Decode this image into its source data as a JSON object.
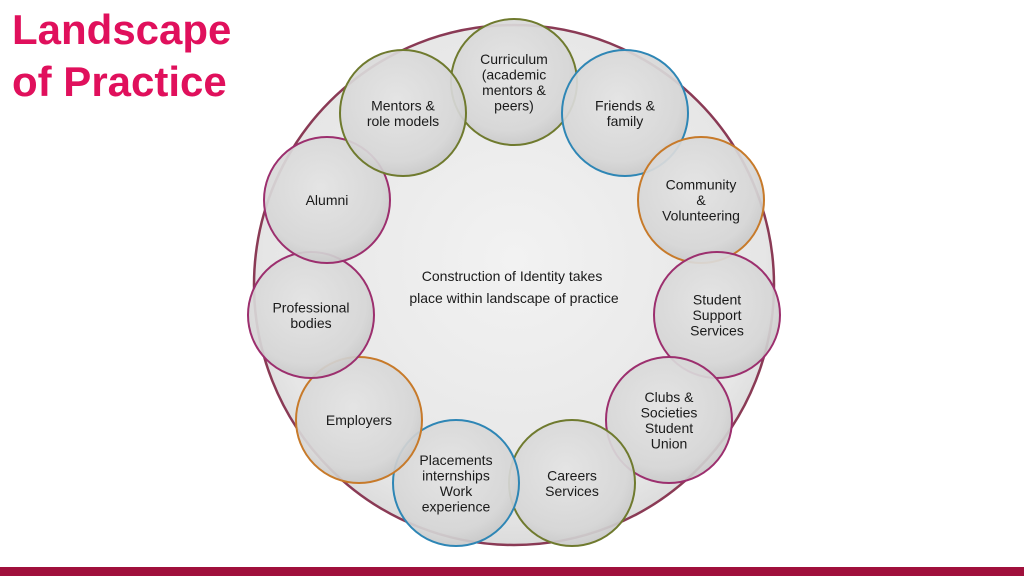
{
  "title": {
    "line1": "Landscape",
    "line2": "of Practice"
  },
  "center_text": [
    "Construction of Identity takes",
    "place within landscape of practice"
  ],
  "colors": {
    "title": "#e0105c",
    "footer_bar": "#a0103c",
    "outer_ring": "#8a3a55",
    "node_fill": "#d8d8d8"
  },
  "nodes": [
    {
      "id": "curriculum",
      "lines": [
        "Curriculum",
        "(academic",
        "mentors &",
        "peers)"
      ],
      "border": "#6f7a2e"
    },
    {
      "id": "friends-family",
      "lines": [
        "Friends &",
        "family"
      ],
      "border": "#2e86b5"
    },
    {
      "id": "community-volunteering",
      "lines": [
        "Community",
        "&",
        "Volunteering"
      ],
      "border": "#c77a2a"
    },
    {
      "id": "student-support-services",
      "lines": [
        "Student",
        "Support",
        "Services"
      ],
      "border": "#9c2f6e"
    },
    {
      "id": "clubs-societies",
      "lines": [
        "Clubs &",
        "Societies",
        "Student",
        "Union"
      ],
      "border": "#9c2f6e"
    },
    {
      "id": "careers-services",
      "lines": [
        "Careers",
        "Services"
      ],
      "border": "#6f7a2e"
    },
    {
      "id": "placements",
      "lines": [
        "Placements",
        "internships",
        "Work",
        "experience"
      ],
      "border": "#2e86b5"
    },
    {
      "id": "employers",
      "lines": [
        "Employers"
      ],
      "border": "#c77a2a"
    },
    {
      "id": "professional-bodies",
      "lines": [
        "Professional",
        "bodies"
      ],
      "border": "#9c2f6e"
    },
    {
      "id": "alumni",
      "lines": [
        "Alumni"
      ],
      "border": "#9c2f6e"
    },
    {
      "id": "mentors-role-models",
      "lines": [
        "Mentors &",
        "role models"
      ],
      "border": "#6f7a2e"
    }
  ]
}
